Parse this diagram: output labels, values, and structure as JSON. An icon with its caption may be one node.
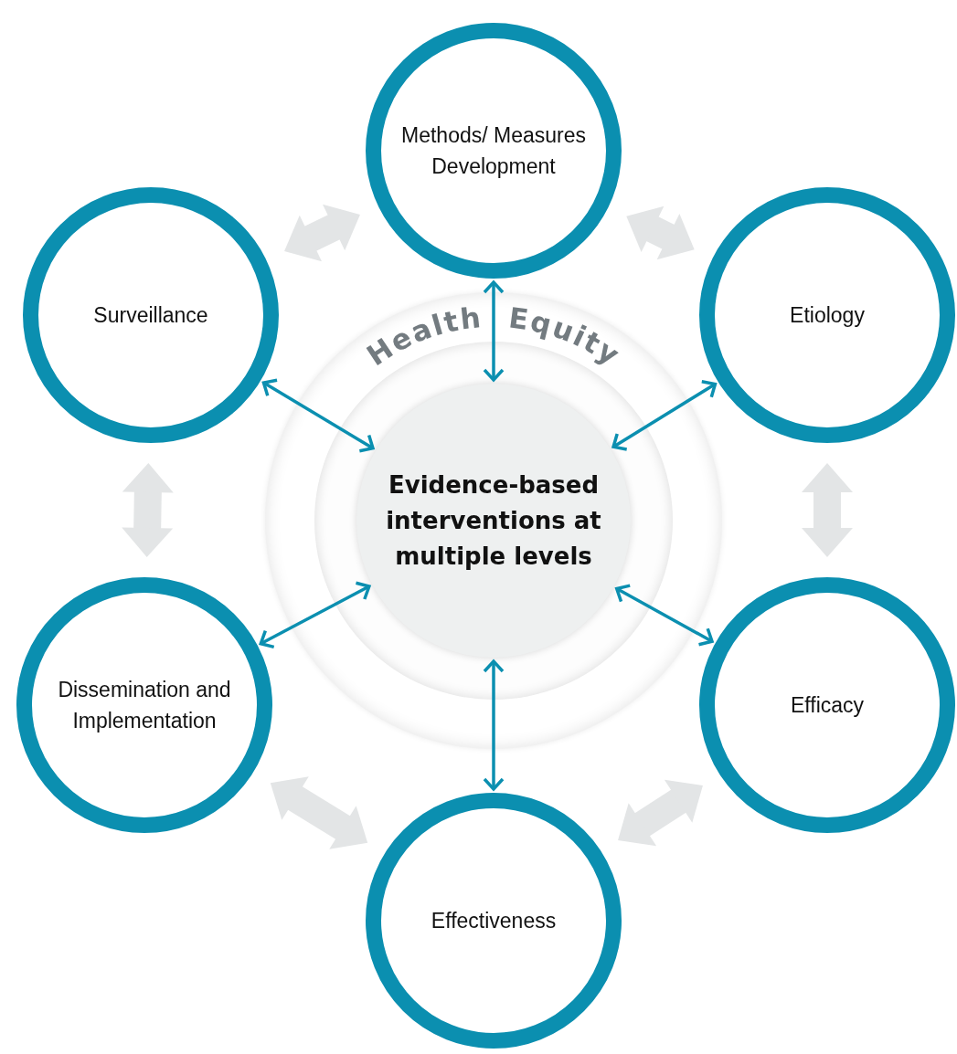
{
  "diagram": {
    "nodes": [
      {
        "text": [
          "Methods/ Measures Development"
        ]
      },
      {
        "text": [
          "Etiology"
        ]
      },
      {
        "text": [
          "Efficacy"
        ]
      },
      {
        "text": [
          "Effectiveness"
        ]
      },
      {
        "text": [
          "Dissemination and Implementation"
        ]
      },
      {
        "text": [
          "Surveillance"
        ]
      },
      {
        "text": [
          "Health Equity"
        ]
      },
      {
        "text": [
          "Evidence-based interventions at multiple levels"
        ],
        "in": 6
      }
    ],
    "edges": [
      {
        "from": 0,
        "to": 7,
        "arrow": "both"
      },
      {
        "from": 1,
        "to": 7,
        "arrow": "both"
      },
      {
        "from": 2,
        "to": 7,
        "arrow": "both"
      },
      {
        "from": 3,
        "to": 7,
        "arrow": "both"
      },
      {
        "from": 4,
        "to": 7,
        "arrow": "both"
      },
      {
        "from": 5,
        "to": 7,
        "arrow": "both"
      },
      {
        "from": 5,
        "to": 0,
        "arrow": "both",
        "style": "thick",
        "color": "#e3e5e6"
      },
      {
        "from": 0,
        "to": 1,
        "arrow": "both",
        "style": "thick",
        "color": "#e3e5e6"
      },
      {
        "from": 1,
        "to": 2,
        "arrow": "both",
        "style": "thick",
        "color": "#e3e5e6"
      },
      {
        "from": 2,
        "to": 3,
        "arrow": "both",
        "style": "thick",
        "color": "#e3e5e6"
      },
      {
        "from": 3,
        "to": 4,
        "arrow": "both",
        "style": "thick",
        "color": "#e3e5e6"
      },
      {
        "from": 4,
        "to": 5,
        "arrow": "both",
        "style": "thick",
        "color": "#e3e5e6"
      }
    ]
  }
}
